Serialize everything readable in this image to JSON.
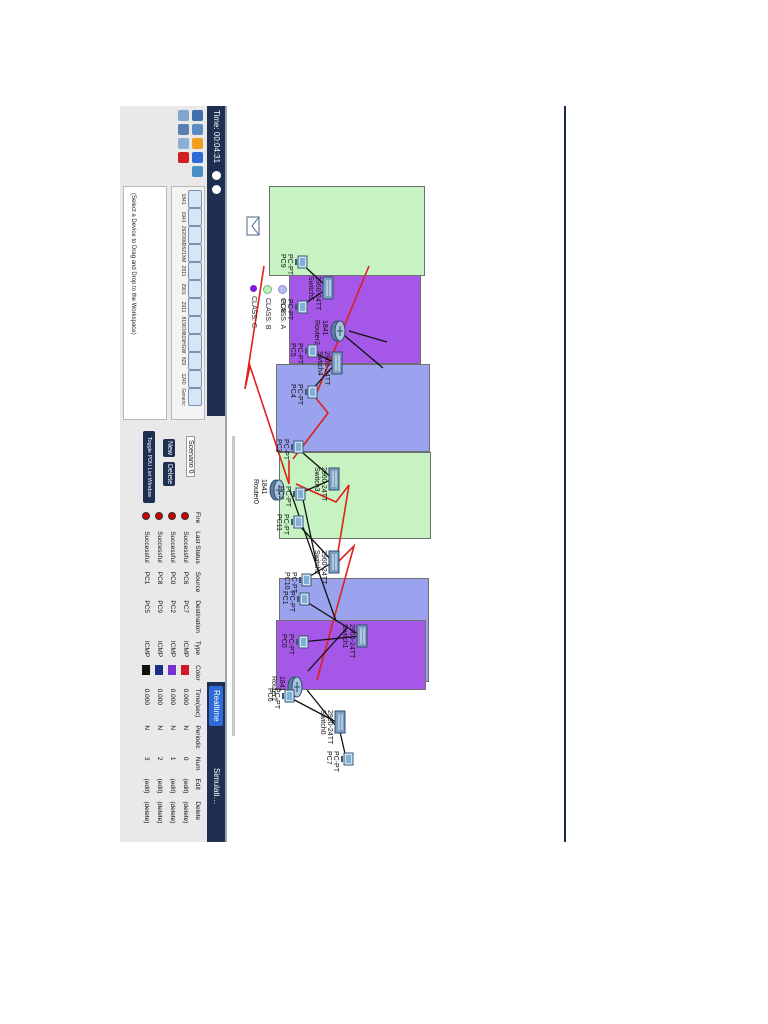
{
  "legend": [
    {
      "label": "CLASS: C",
      "color": "#7a1fd8"
    },
    {
      "label": "CLASS: B",
      "color": "#b9f3b9"
    },
    {
      "label": "CLASS: A",
      "color": "#b8bcf4"
    }
  ],
  "colors": {
    "class_a": "#9ba3ef",
    "class_b": "#c7f2c2",
    "class_c": "#a558e8",
    "serial_link": "#e0201b",
    "ethernet": "#111111",
    "port_up": "#57c438"
  },
  "routers": [
    {
      "type": "1841",
      "name": "Router0"
    },
    {
      "type": "1841",
      "name": "Router1"
    },
    {
      "type": "1841",
      "name": "Router2"
    }
  ],
  "switches": [
    {
      "type": "2960-24TT",
      "name": "Switch0"
    },
    {
      "type": "2960-24TT",
      "name": "Switch1"
    },
    {
      "type": "2960-24TT",
      "name": "Switch2"
    },
    {
      "type": "2960-24TT",
      "name": "Switch3"
    },
    {
      "type": "2960-24TT",
      "name": "Switch4"
    },
    {
      "type": "2960-24TT",
      "name": "Switch5"
    }
  ],
  "pcs": [
    {
      "type": "PC-PT",
      "name": "PC0"
    },
    {
      "type": "PC-PT",
      "name": "PC1"
    },
    {
      "type": "PC-PT",
      "name": "PC2"
    },
    {
      "type": "PC-PT",
      "name": "PC3"
    },
    {
      "type": "PC-PT",
      "name": "PC4"
    },
    {
      "type": "PC-PT",
      "name": "PC5"
    },
    {
      "type": "PC-PT",
      "name": "PC6"
    },
    {
      "type": "PC-PT",
      "name": "PC7"
    },
    {
      "type": "PC-PT",
      "name": "PC8"
    },
    {
      "type": "PC-PT",
      "name": "PC9"
    },
    {
      "type": "PC-PT",
      "name": "PC10"
    },
    {
      "type": "PC-PT",
      "name": "PC11"
    }
  ],
  "toolbar": {
    "time": "Time: 00:04:31",
    "realtime": "Realtime",
    "simulation": "Simulati…",
    "hint": "(Select a Device to Drag and Drop to the Workspace)"
  },
  "device_models": [
    "1841",
    "1941",
    "2620XM",
    "2621XM",
    "2811",
    "2901",
    "2911",
    "819IOX",
    "819HGW",
    "829",
    "1240",
    "Generic",
    "Generic"
  ],
  "scenario": {
    "label": "Scenario 0",
    "new": "New",
    "delete": "Delete",
    "toggle": "Toggle PDU List Window"
  },
  "pdu_table": {
    "headers": [
      "Fire",
      "Last Status",
      "Source",
      "Destination",
      "Type",
      "Color",
      "Time(sec)",
      "Periodic",
      "Num",
      "Edit",
      "Delete"
    ],
    "rows": [
      {
        "status": "Successful",
        "source": "PC6",
        "destination": "PC7",
        "type": "ICMP",
        "color": "#d01a2a",
        "time": "0.000",
        "periodic": "N",
        "num": "0",
        "edit": "(edit)",
        "delete": "(delete)"
      },
      {
        "status": "Successful",
        "source": "PC0",
        "destination": "PC2",
        "type": "ICMP",
        "color": "#7a2fd0",
        "time": "0.000",
        "periodic": "N",
        "num": "1",
        "edit": "(edit)",
        "delete": "(delete)"
      },
      {
        "status": "Successful",
        "source": "PC8",
        "destination": "PC9",
        "type": "ICMP",
        "color": "#1b2d8a",
        "time": "0.000",
        "periodic": "N",
        "num": "2",
        "edit": "(edit)",
        "delete": "(delete)"
      },
      {
        "status": "Successful",
        "source": "PC1",
        "destination": "PC5",
        "type": "ICMP",
        "color": "#111111",
        "time": "0.000",
        "periodic": "N",
        "num": "3",
        "edit": "(edit)",
        "delete": "(delete)"
      }
    ]
  }
}
